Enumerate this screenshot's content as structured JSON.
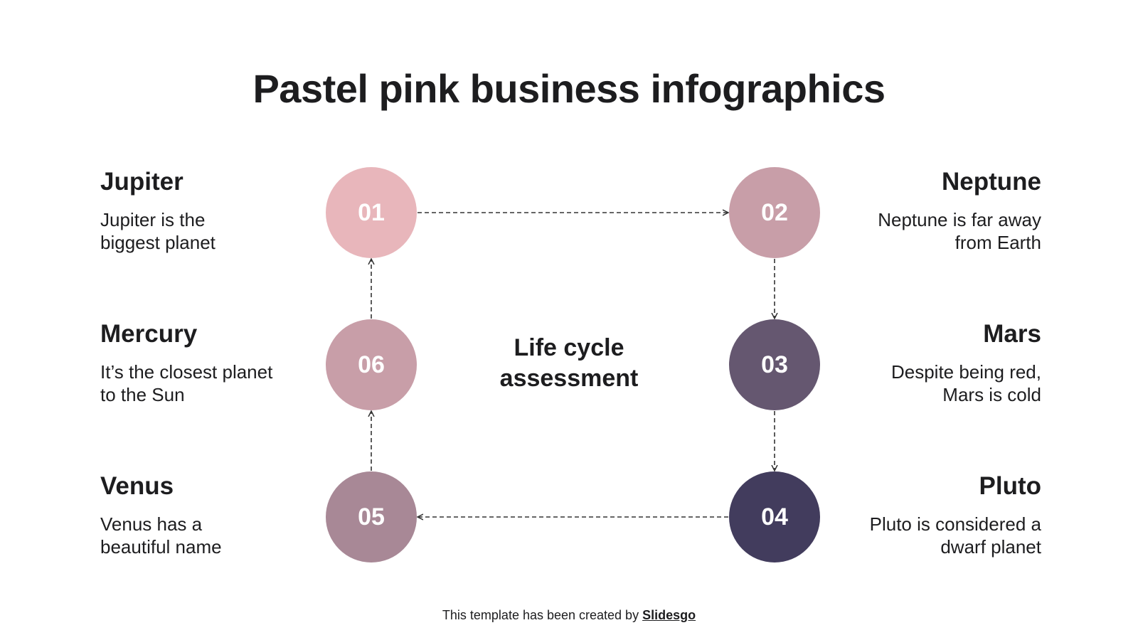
{
  "title": "Pastel pink business infographics",
  "center_label": "Life cycle assessment",
  "steps": [
    {
      "number": "01",
      "heading": "Jupiter",
      "text": "Jupiter is the biggest planet",
      "color": "#e8b6bb"
    },
    {
      "number": "02",
      "heading": "Neptune",
      "text": "Neptune is far away from Earth",
      "color": "#c89ea8"
    },
    {
      "number": "03",
      "heading": "Mars",
      "text": "Despite being red, Mars is cold",
      "color": "#655770"
    },
    {
      "number": "04",
      "heading": "Pluto",
      "text": "Pluto is considered a dwarf planet",
      "color": "#423c5d"
    },
    {
      "number": "05",
      "heading": "Venus",
      "text": "Venus has a beautiful name",
      "color": "#a88896"
    },
    {
      "number": "06",
      "heading": "Mercury",
      "text": "It’s the closest planet to the Sun",
      "color": "#c89ea8"
    }
  ],
  "flow": [
    "01",
    "02",
    "03",
    "04",
    "05",
    "06",
    "01"
  ],
  "footer": {
    "text": "This template has been created by ",
    "brand": "Slidesgo"
  }
}
